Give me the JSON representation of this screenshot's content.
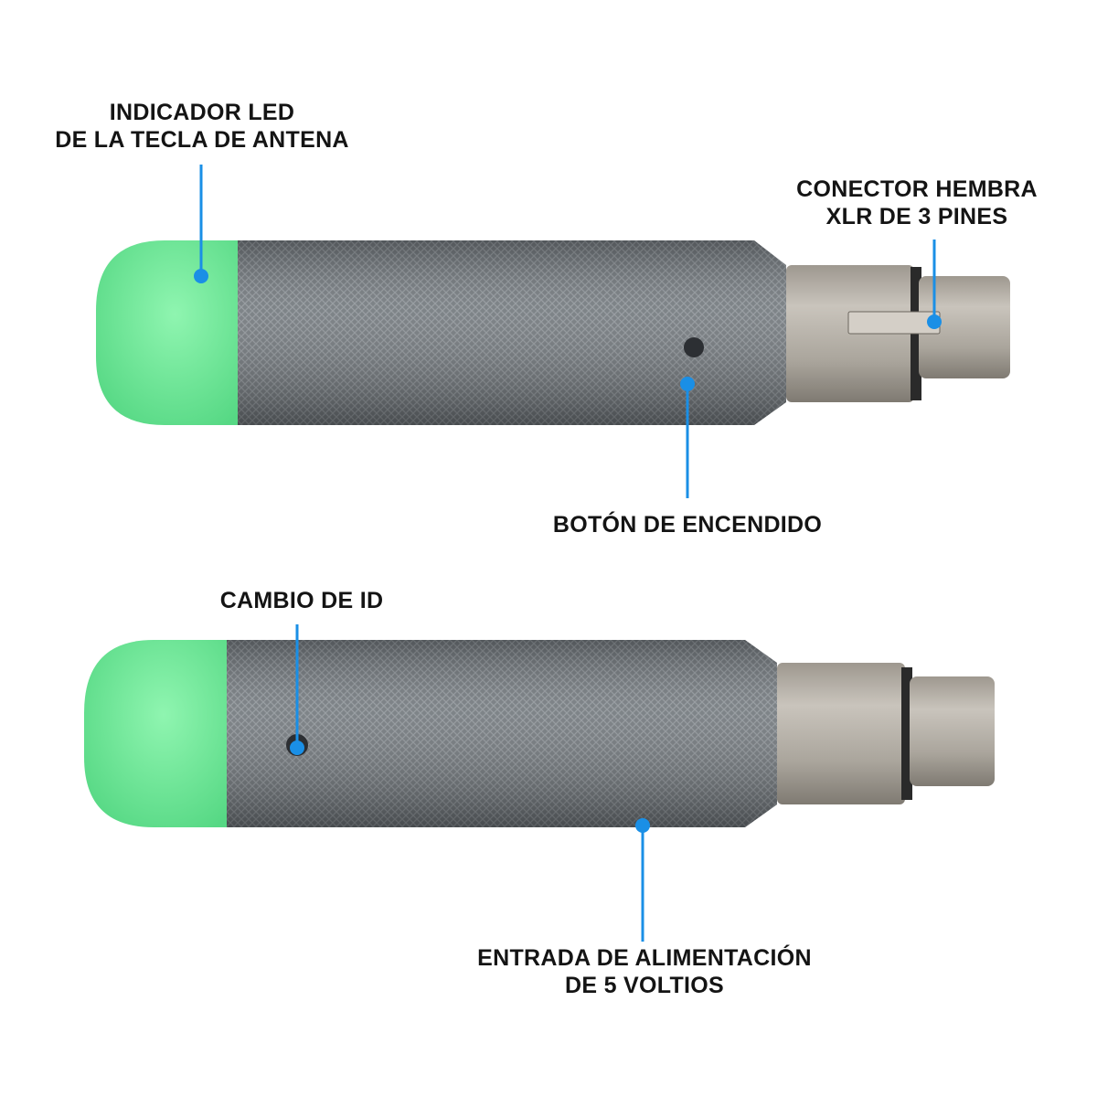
{
  "labels": {
    "led": [
      "INDICADOR LED",
      "DE LA TECLA DE ANTENA"
    ],
    "xlr": [
      "CONECTOR HEMBRA",
      "XLR DE 3 PINES"
    ],
    "power_button": "BOTÓN DE ENCENDIDO",
    "id_change": "CAMBIO DE ID",
    "power_input": [
      "ENTRADA DE ALIMENTACIÓN",
      "DE 5 VOLTIOS"
    ]
  },
  "colors": {
    "callout": "#1a8fe6",
    "cap": "#6fe89a",
    "body": "#6d7378",
    "connector": "#b5b0a8"
  }
}
